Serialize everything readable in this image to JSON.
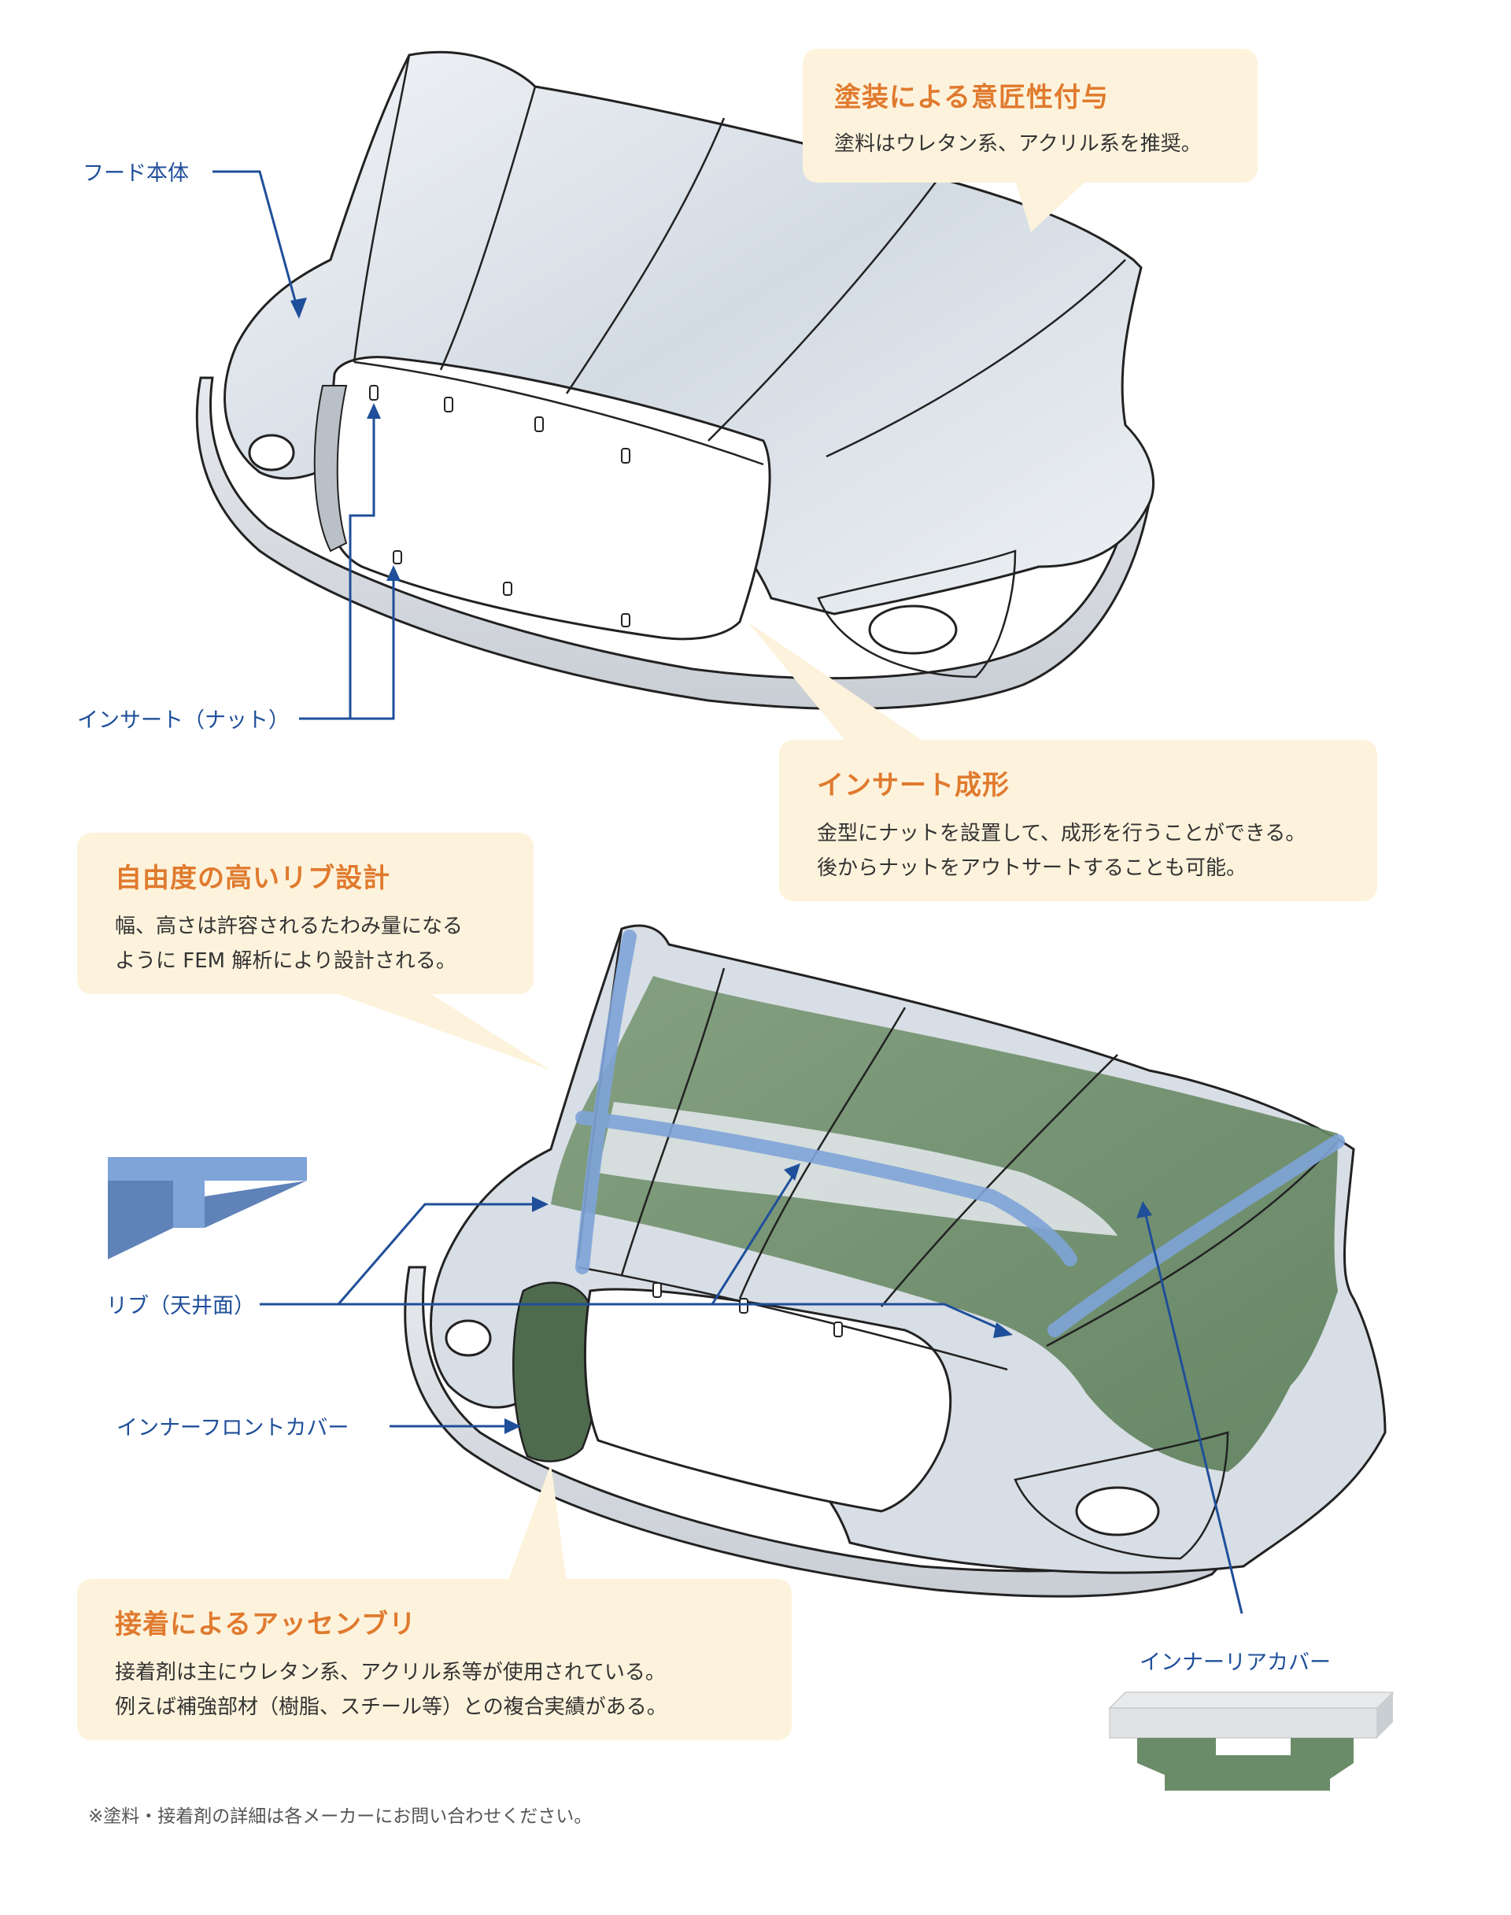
{
  "colors": {
    "label_blue": "#1f4f9a",
    "callout_title_orange": "#e07a2e",
    "callout_bg": "#fdf3dc",
    "hood_gray": "#dde2e8",
    "inner_green": "#6b8c68",
    "rib_blue": "#7fa4d8"
  },
  "callouts": {
    "painting": {
      "title": "塗装による意匠性付与",
      "lines": [
        "塗料はウレタン系、アクリル系を推奨。"
      ]
    },
    "insert_molding": {
      "title": "インサート成形",
      "lines": [
        "金型にナットを設置して、成形を行うことができる。",
        "後からナットをアウトサートすることも可能。"
      ]
    },
    "rib_design": {
      "title": "自由度の高いリブ設計",
      "lines": [
        "幅、高さは許容されるたわみ量になる",
        "ように FEM 解析により設計される。"
      ]
    },
    "adhesive_assembly": {
      "title": "接着によるアッセンブリ",
      "lines": [
        "接着剤は主にウレタン系、アクリル系等が使用されている。",
        "例えば補強部材（樹脂、スチール等）との複合実績がある。"
      ]
    }
  },
  "labels": {
    "hood_body": "フード本体",
    "insert_nut": "インサート（ナット）",
    "rib_ceiling": "リブ（天井面）",
    "inner_front_cover": "インナーフロントカバー",
    "inner_rear_cover": "インナーリアカバー"
  },
  "footnote": "※塗料・接着剤の詳細は各メーカーにお問い合わせください。"
}
